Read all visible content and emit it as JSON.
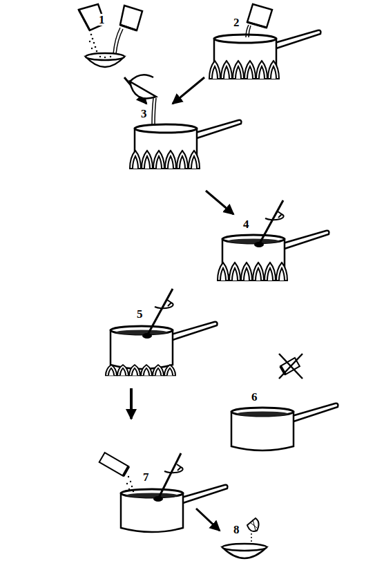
{
  "diagram": {
    "labels": [
      "1",
      "2",
      "3",
      "4",
      "5",
      "6",
      "7",
      "8"
    ]
  }
}
